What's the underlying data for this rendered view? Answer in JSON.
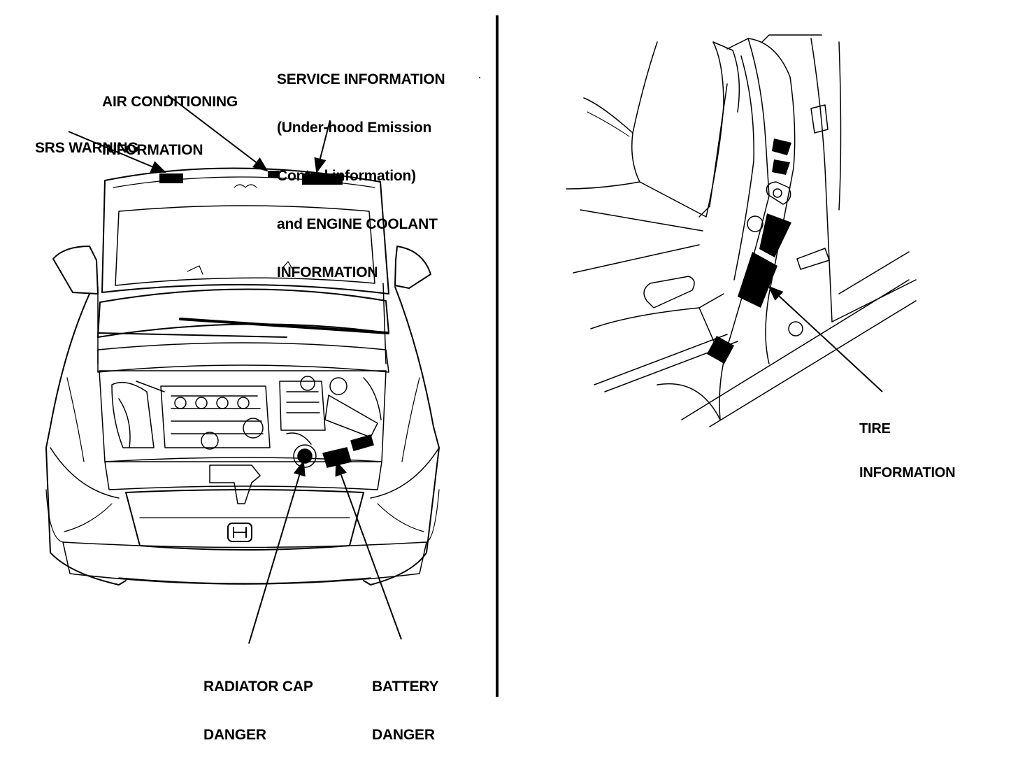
{
  "labels": {
    "srs_warning": [
      "SRS WARNING"
    ],
    "air_conditioning": [
      "AIR CONDITIONING",
      "INFORMATION"
    ],
    "service_information": [
      "SERVICE INFORMATION",
      "(Under-hood Emission",
      "Control information)",
      "and ENGINE COOLANT",
      "INFORMATION"
    ],
    "radiator_cap": [
      "RADIATOR CAP",
      "DANGER"
    ],
    "battery": [
      "BATTERY",
      "DANGER"
    ],
    "tire_information": [
      "TIRE",
      "INFORMATION"
    ]
  },
  "colors": {
    "ink": "#000000",
    "paper": "#ffffff"
  }
}
